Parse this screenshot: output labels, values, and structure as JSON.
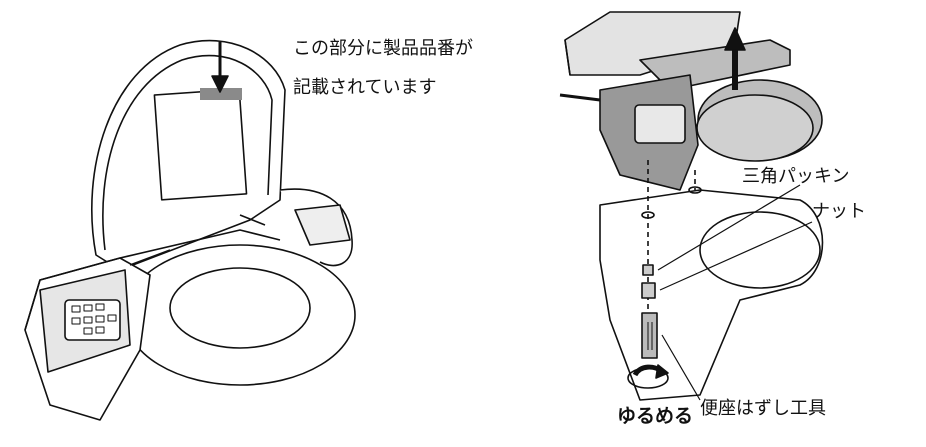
{
  "left_figure": {
    "note_line1": "この部分に製品品番が",
    "note_line2": "記載されています"
  },
  "right_figure": {
    "label_packing": "三角パッキン",
    "label_nut": "ナット",
    "label_tool": "便座はずし工具",
    "label_loosen": "ゆるめる"
  },
  "colors": {
    "line": "#111111",
    "label_patch": "#8a8a8a",
    "body_shade": "#d9d9d9"
  }
}
